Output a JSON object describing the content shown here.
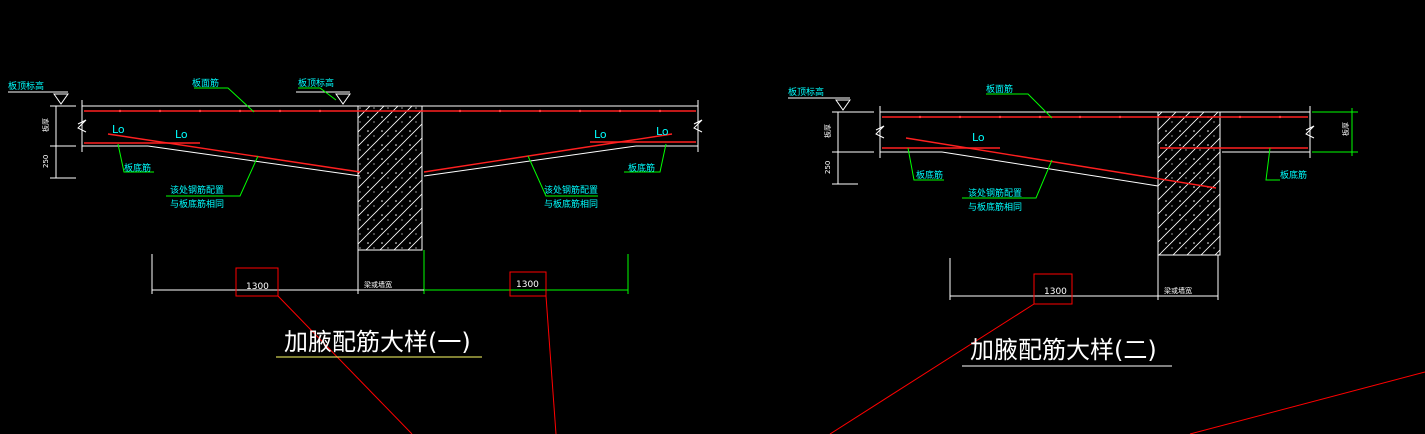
{
  "colors": {
    "background": "#000000",
    "structure": "#ffffff",
    "rebar": "#ff2020",
    "leader": "#00ff00",
    "text": "#00ffff",
    "highlight_box": "#ff0000",
    "title_underline": "#ffff66"
  },
  "detail1": {
    "label_top_elev_left": "板顶标高",
    "label_top_bar": "板面筋",
    "label_top_elev_mid": "板顶标高",
    "label_slab_thk": "板厚",
    "label_dim_250": "250",
    "label_lo_1": "Lo",
    "label_lo_2": "Lo",
    "label_lo_3": "Lo",
    "label_lo_4": "Lo",
    "label_bottom_bar_left": "板底筋",
    "label_haunch_left_1": "该处钢筋配置",
    "label_haunch_left_2": "与板底筋相同",
    "label_haunch_right_1": "该处钢筋配置",
    "label_haunch_right_2": "与板底筋相同",
    "label_bottom_bar_right": "板底筋",
    "dim_left": "1300",
    "dim_right": "1300",
    "label_support_width": "梁或墙宽",
    "title": "加腋配筋大样(一)"
  },
  "detail2": {
    "label_top_elev": "板顶标高",
    "label_top_bar": "板面筋",
    "label_slab_thk_left": "板厚",
    "label_slab_thk_right": "板厚",
    "label_dim_250": "250",
    "label_lo": "Lo",
    "label_bottom_bar_left": "板底筋",
    "label_haunch_1": "该处钢筋配置",
    "label_haunch_2": "与板底筋相同",
    "label_bottom_bar_right": "板底筋",
    "dim": "1300",
    "label_support_width": "梁或墙宽",
    "title": "加腋配筋大样(二)"
  }
}
